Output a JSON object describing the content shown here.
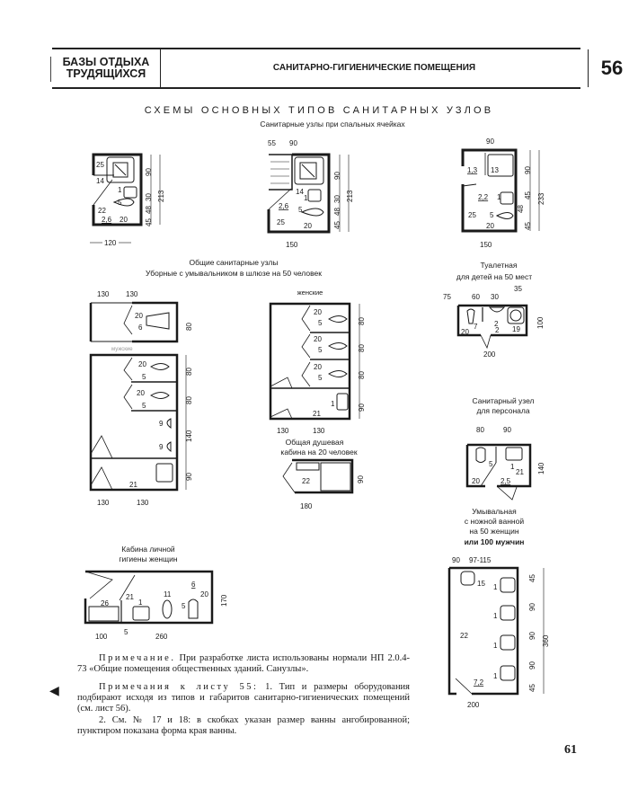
{
  "header": {
    "section": "БАЗЫ ОТДЫХА ТРУДЯЩИХСЯ",
    "section_line1": "БАЗЫ ОТДЫХА",
    "section_line2": "ТРУДЯЩИХСЯ",
    "topic": "САНИТАРНО-ГИГИЕНИЧЕСКИЕ ПОМЕЩЕНИЯ",
    "sheet_number": "56"
  },
  "title": "СХЕМЫ ОСНОВНЫХ ТИПОВ САНИТАРНЫХ УЗЛОВ",
  "subtitle": "Санитарные узлы при спальных ячейках",
  "plans": {
    "cell1": {
      "width": "120",
      "dims": [
        "45",
        "48",
        "30",
        "90"
      ],
      "total": "213",
      "labels": [
        "25",
        "14",
        "1",
        "5",
        "22",
        "2,6",
        "20"
      ]
    },
    "cell2": {
      "top_dims": [
        "55",
        "90"
      ],
      "width": "150",
      "dims": [
        "45",
        "48",
        "30",
        "90"
      ],
      "total": "213",
      "labels": [
        "14",
        "1",
        "2,6",
        "5",
        "25",
        "20"
      ]
    },
    "cell3": {
      "top_dim": "90",
      "width": "150",
      "dims": [
        "45",
        "48",
        "45",
        "90"
      ],
      "total": "233",
      "labels": [
        "1,3",
        "13",
        "2,2",
        "1",
        "25",
        "5",
        "20"
      ]
    },
    "common": {
      "title": "Общие санитарные узлы",
      "subtitle": "Уборные с умывальником в шлюзе на 50 человек",
      "men_label": "мужские",
      "women_label": "женские",
      "men_lock": {
        "dims": [
          "130",
          "130"
        ],
        "height": "80",
        "labels": [
          "20",
          "6"
        ]
      },
      "men": {
        "dims_v": [
          "80",
          "80",
          "140",
          "90"
        ],
        "dims_h": [
          "130",
          "130"
        ],
        "labels": [
          "20",
          "5",
          "20",
          "5",
          "9",
          "9",
          "21"
        ]
      },
      "women": {
        "dims_v": [
          "80",
          "80",
          "80",
          "90"
        ],
        "dims_h": [
          "130",
          "130"
        ],
        "labels": [
          "20",
          "5",
          "20",
          "5",
          "20",
          "5",
          "1",
          "21"
        ]
      }
    },
    "shower": {
      "title_line1": "Общая душевая",
      "title_line2": "кабина на 20 человек",
      "width": "180",
      "height": "90",
      "label": "22"
    },
    "kids_toilet": {
      "title_line1": "Туалетная",
      "title_line2": "для детей на 50 мест",
      "dims": [
        "75",
        "60",
        "30",
        "35"
      ],
      "width": "200",
      "height": "100",
      "labels": [
        "7",
        "20",
        "2",
        "2",
        "19"
      ]
    },
    "staff": {
      "title_line1": "Санитарный узел",
      "title_line2": "для персонала",
      "dims": [
        "80",
        "90"
      ],
      "height": "140",
      "labels": [
        "5",
        "1",
        "21",
        "20",
        "2,5"
      ]
    },
    "washroom": {
      "title_line1": "Умывальная",
      "title_line2": "с ножной ванной",
      "title_line3": "на 50 женщин",
      "title_line4": "или 100 мужчин",
      "top_dims": [
        "90",
        "97-115"
      ],
      "dims_v": [
        "45",
        "90",
        "90",
        "90",
        "45"
      ],
      "total": "360",
      "width": "200",
      "labels": [
        "15",
        "1",
        "1",
        "1",
        "1",
        "22",
        "7,2"
      ]
    },
    "hygiene": {
      "title_line1": "Кабина личной",
      "title_line2": "гигиены женщин",
      "dims": [
        "100",
        "5",
        "260"
      ],
      "height": "170",
      "labels": [
        "26",
        "21",
        "1",
        "11",
        "6",
        "5",
        "20"
      ]
    }
  },
  "notes": {
    "note1_lead": "Примечание.",
    "note1_text": "При разработке листа использованы нормали НП 2.0.4-73 «Общие помещения общественных зданий. Санузлы».",
    "note2_lead": "Примечания к листу 55:",
    "note2_text": "1. Тип и размеры оборудования подбирают исходя из типов и габаритов санитарно-гигиенических помещений (см. лист 56).",
    "note3_text": "2. См. № 17 и 18: в скобках указан размер ванны ангобированной; пунктиром показана форма края ванны.",
    "marker": "◀"
  },
  "page_number": "61"
}
